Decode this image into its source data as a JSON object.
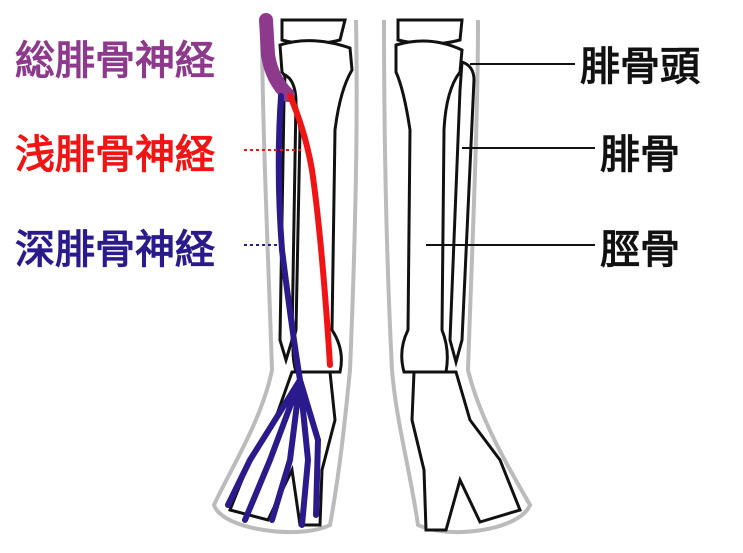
{
  "labels_left": [
    {
      "text": "総腓骨神経",
      "color": "#8E3A8C"
    },
    {
      "text": "浅腓骨神経",
      "color": "#F01414"
    },
    {
      "text": "深腓骨神経",
      "color": "#2A1A8C"
    }
  ],
  "labels_right": [
    {
      "text": "腓骨頭"
    },
    {
      "text": "腓骨"
    },
    {
      "text": "脛骨"
    }
  ],
  "colors": {
    "outline": "#bbbbbb",
    "bone": "#111111",
    "label_right": "#111111"
  }
}
